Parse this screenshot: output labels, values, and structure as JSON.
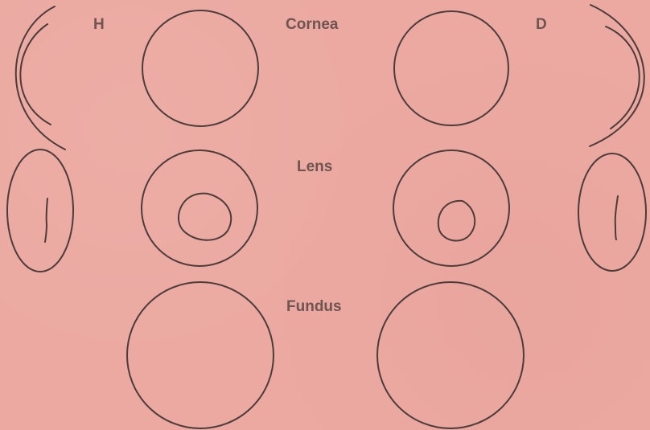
{
  "eye_labels": {
    "left": "H",
    "right": "D"
  },
  "section_labels": {
    "cornea": "Cornea",
    "lens": "Lens",
    "fundus": "Fundus"
  },
  "colors": {
    "background": "#eba9a1",
    "ink": "#4d3c39",
    "label": "#6f5450"
  }
}
